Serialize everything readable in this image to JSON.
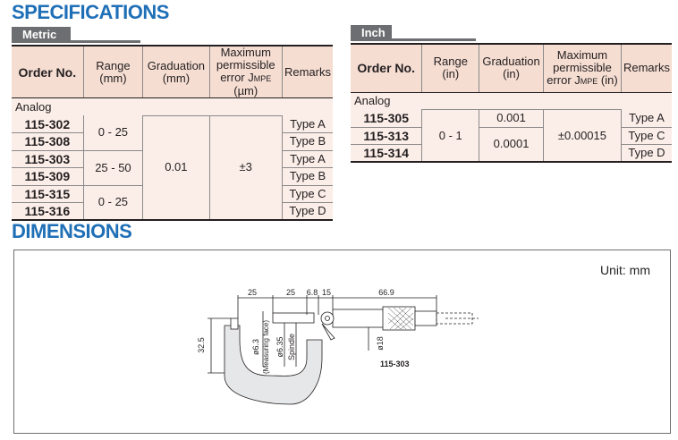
{
  "specifications": {
    "title": "SPECIFICATIONS",
    "metric": {
      "tab": "Metric",
      "headers": {
        "order": "Order No.",
        "range": [
          "Range",
          "(mm)"
        ],
        "graduation": [
          "Graduation",
          "(mm)"
        ],
        "error": [
          "Maximum",
          "permissible",
          "error J",
          "MPE",
          " (µm)"
        ],
        "remarks": "Remarks"
      },
      "group_label": "Analog",
      "order_numbers": [
        "115-302",
        "115-308",
        "115-303",
        "115-309",
        "115-315",
        "115-316"
      ],
      "ranges": [
        "0 - 25",
        "25 - 50",
        "0 - 25"
      ],
      "graduation": "0.01",
      "error": "±3",
      "remarks": [
        "Type A",
        "Type B",
        "Type A",
        "Type B",
        "Type C",
        "Type D"
      ]
    },
    "inch": {
      "tab": "Inch",
      "headers": {
        "order": "Order No.",
        "range": [
          "Range",
          "(in)"
        ],
        "graduation": [
          "Graduation",
          "(in)"
        ],
        "error": [
          "Maximum",
          "permissible",
          "error J",
          "MPE",
          " (in)"
        ],
        "remarks": "Remarks"
      },
      "group_label": "Analog",
      "order_numbers": [
        "115-305",
        "115-313",
        "115-314"
      ],
      "range": "0 - 1",
      "graduations": [
        "0.001",
        "0.0001"
      ],
      "error": "±0.00015",
      "remarks": [
        "Type A",
        "Type C",
        "Type D"
      ]
    }
  },
  "dimensions": {
    "title": "DIMENSIONS",
    "unit": "Unit: mm",
    "labels": {
      "d25a": "25",
      "d25b": "25",
      "d68": "6.8",
      "d15": "15",
      "d669": "66.9",
      "d325": "32.5",
      "dia63": "ø6.3",
      "measuring_face": "(Measuring face)",
      "dia635": "ø6.35",
      "spindle": "Spindle",
      "dia18": "ø18",
      "model": "115-303"
    }
  }
}
